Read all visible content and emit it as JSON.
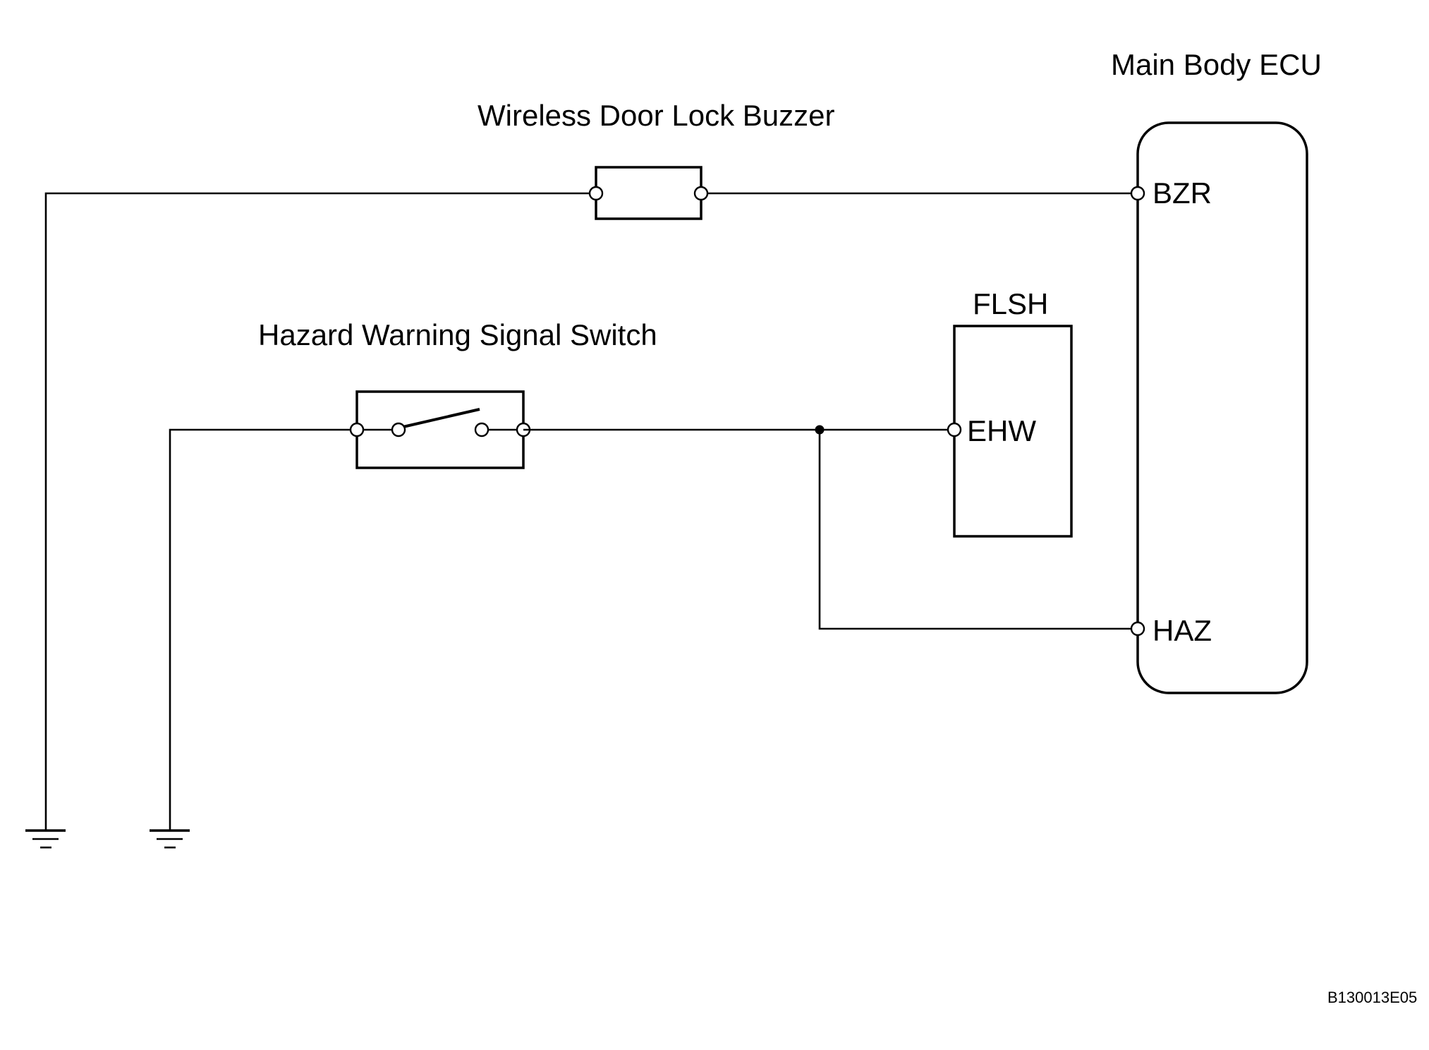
{
  "labels": {
    "ecu": "Main Body ECU",
    "buzzer": "Wireless Door Lock Buzzer",
    "hazard_switch": "Hazard Warning Signal Switch",
    "flasher": "FLSH"
  },
  "pins": {
    "bzr": "BZR",
    "haz": "HAZ",
    "ehw": "EHW"
  },
  "figure_code": "B130013E05"
}
